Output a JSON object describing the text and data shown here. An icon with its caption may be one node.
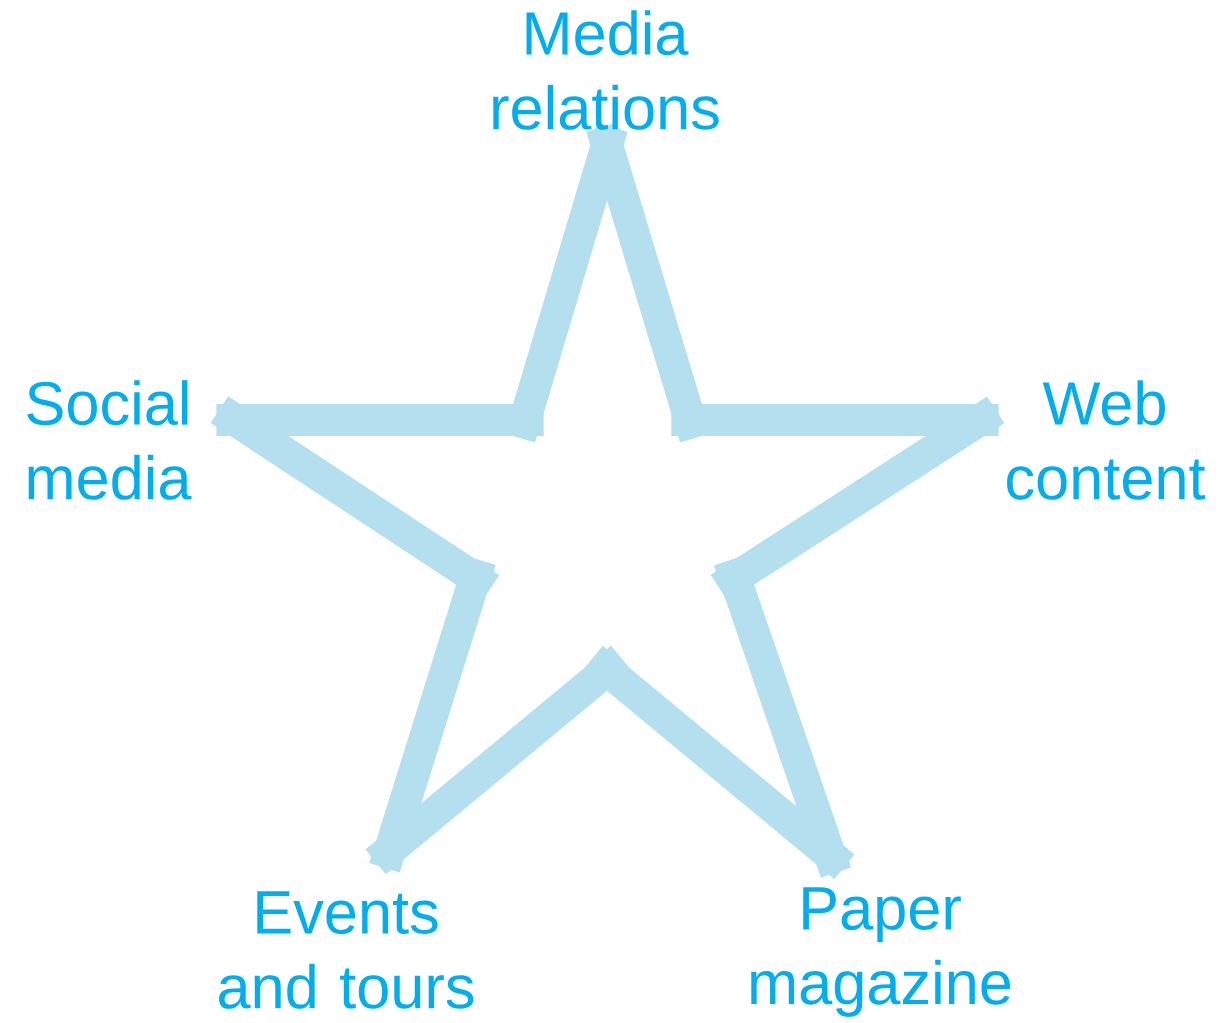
{
  "diagram": {
    "labels": [
      "Media relations",
      "Social media",
      "Web content",
      "Events and tours",
      "Paper magazine"
    ]
  }
}
